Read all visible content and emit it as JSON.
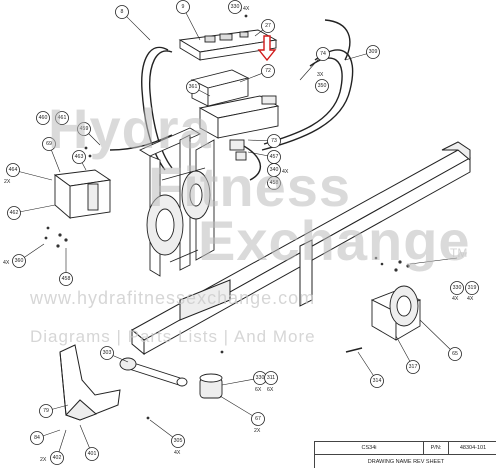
{
  "watermark": {
    "brand_line1": "Hydra",
    "brand_line2": "Fitness",
    "brand_line3": "Exchange",
    "trademark": "TM",
    "url": "www.hydrafitnessexchange.com",
    "tagline": "Diagrams | Parts Lists | And More"
  },
  "title_block": {
    "model": "CS34i",
    "pn_label": "P/N:",
    "part_number": "48304-101",
    "row2_text": "DRAWING  NAME  REV  SHEET"
  },
  "callouts": {
    "c8": "8",
    "c9": "9",
    "c330a": "330",
    "q330a": "4X",
    "c27": "27",
    "c72": "72",
    "c74": "74",
    "c309": "309",
    "q3x": "3X",
    "c350": "350",
    "c361": "361",
    "c73": "73",
    "c457": "457",
    "c340": "340",
    "q4xa": "4X",
    "c458": "458",
    "c460": "460",
    "c461": "461",
    "c459": "459",
    "c69": "69",
    "c463": "463",
    "c464": "464",
    "q2x": "2X",
    "c462": "462",
    "c360": "360",
    "q4xb": "4X",
    "c458b": "458",
    "c330b": "330",
    "q4xc": "4X",
    "c319": "319",
    "q4xd": "4X",
    "c65": "65",
    "c317": "317",
    "c314": "314",
    "c303": "303",
    "c330c": "330",
    "q6xa": "6X",
    "c311": "311",
    "q6xb": "6X",
    "c67": "67",
    "q2xb": "2X",
    "c79": "79",
    "c84": "84",
    "c401": "401",
    "c402": "402",
    "q2xc": "2X",
    "c305": "305",
    "q4xe": "4X"
  }
}
